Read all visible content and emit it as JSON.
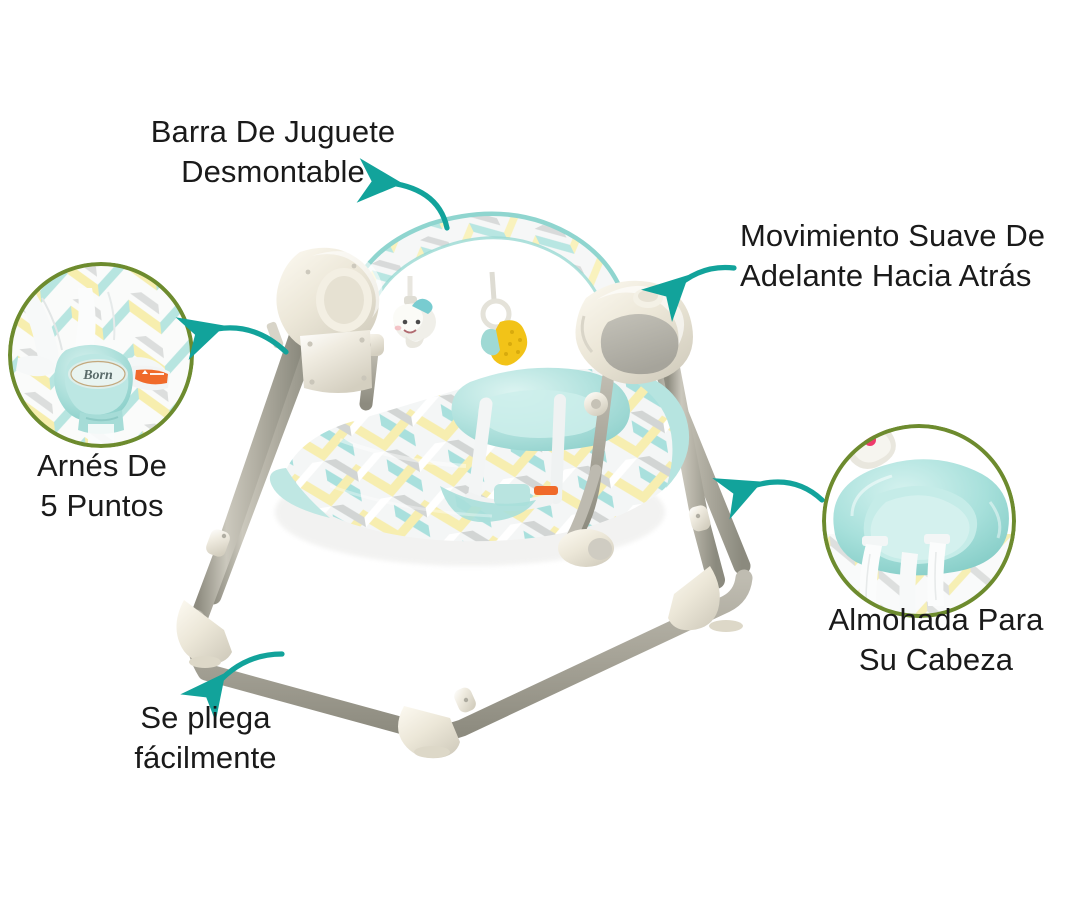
{
  "page": {
    "title": "Columpio Bebé - Características",
    "background": "#ffffff",
    "language": "es"
  },
  "colors": {
    "arrow": "#12a39b",
    "arrow_alt": "#0f9e97",
    "circle_border": "#6d8b2e",
    "text": "#1a1a1a",
    "fabric_mint": "#a9e0dd",
    "fabric_mint_light": "#c9ecea",
    "fabric_yellow": "#f7eeb0",
    "fabric_grey": "#cfd2d2",
    "fabric_white": "#f4f6f6",
    "frame_grey": "#a9a79c",
    "frame_light": "#c9c6bb",
    "plastic_cream": "#eeeade",
    "plastic_shadow": "#b9b5a8",
    "toy_yellow": "#f2c318",
    "pink_dot": "#ef3b6c",
    "warning_orange": "#f06a2a"
  },
  "callouts": [
    {
      "id": "toybar",
      "label": "Barra De Juguete\nDesmontable",
      "align": "center",
      "arrow": "arrow-toybar"
    },
    {
      "id": "motion",
      "label": "Movimiento Suave De\nAdelante Hacia Atrás",
      "align": "left",
      "arrow": "arrow-motion"
    },
    {
      "id": "harness",
      "label": "Arnés De\n5 Puntos",
      "align": "center",
      "arrow": "arrow-harness"
    },
    {
      "id": "pillow",
      "label": "Almohada Para\nSu Cabeza",
      "align": "center",
      "arrow": "arrow-pillow"
    },
    {
      "id": "fold",
      "label": "Se pliega\nfácilmente",
      "align": "center",
      "arrow": "arrow-fold"
    }
  ],
  "insets": [
    {
      "id": "harness",
      "name": "five-point-harness-closeup",
      "caption": "Arnés De\n5 Puntos",
      "brand_badge": "Born",
      "border_color": "#6d8b2e"
    },
    {
      "id": "pillow",
      "name": "head-pillow-closeup",
      "caption": "Almohada Para\nSu Cabeza",
      "border_color": "#6d8b2e"
    }
  ],
  "product": {
    "name": "Columpio para bebé",
    "brand": "Born",
    "parts": [
      "toy-bar-arch",
      "plush-toy",
      "teether-ring",
      "motor-housing-left",
      "motor-housing-right",
      "seat-cushion",
      "head-pillow",
      "harness-straps",
      "a-frame-legs",
      "base-rail",
      "foot-caps"
    ]
  }
}
